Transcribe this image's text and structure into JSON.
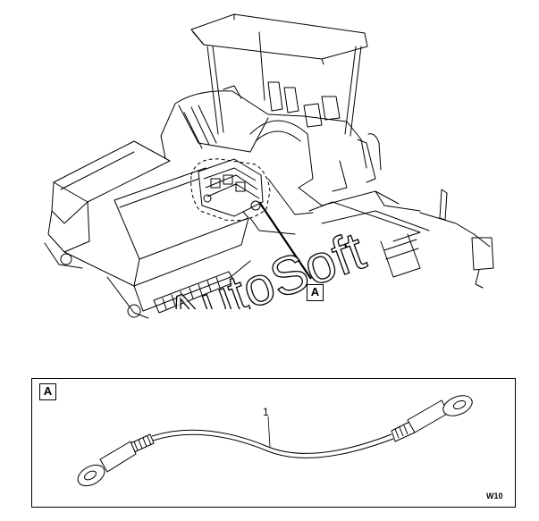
{
  "figure": {
    "view_callout": "A",
    "detail_callout": "A",
    "part_number": "1",
    "figure_code": "W10"
  },
  "watermark": {
    "text": "AutoSoft"
  },
  "icons": {
    "machine": "asphalt-paver-illustration",
    "part": "battery-ground-cable-illustration"
  }
}
